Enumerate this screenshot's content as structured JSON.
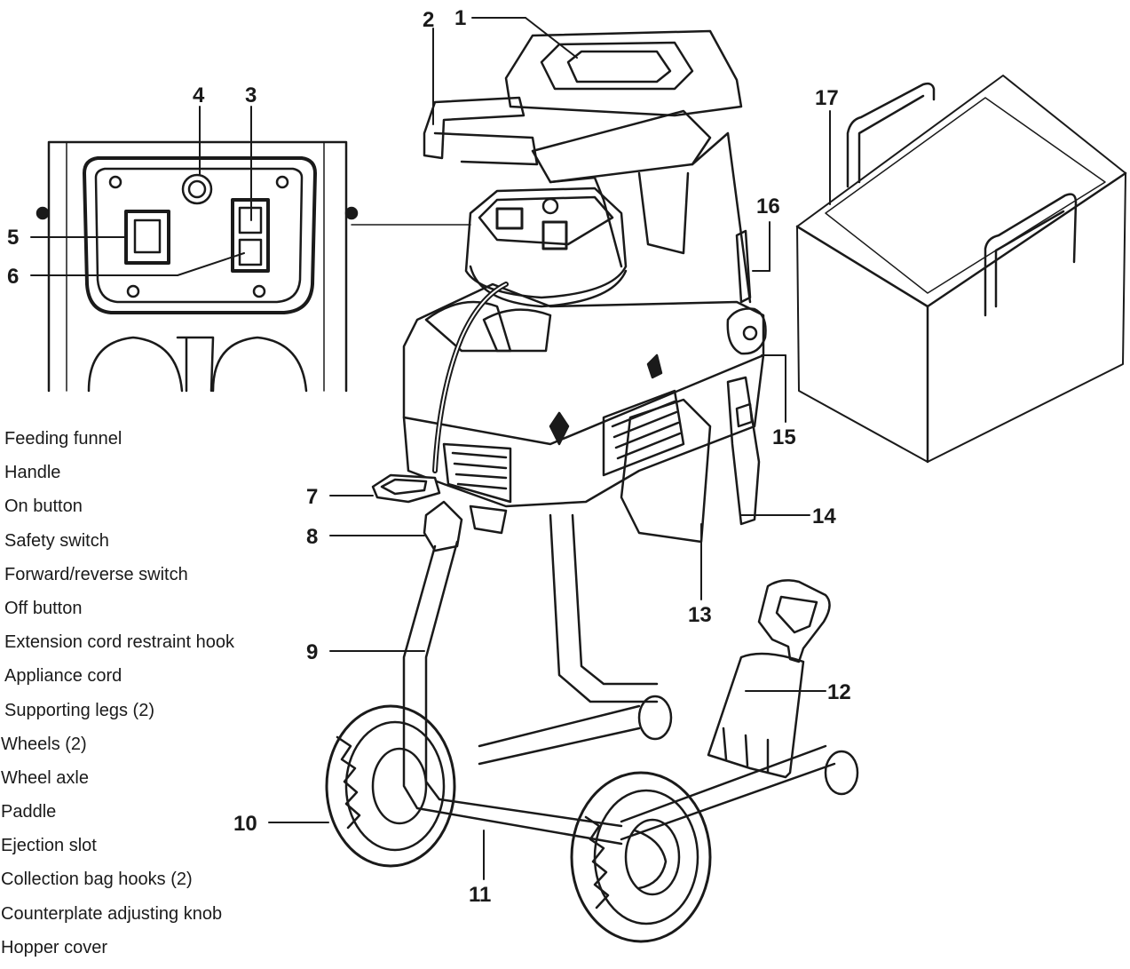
{
  "callouts": [
    "1",
    "2",
    "3",
    "4",
    "5",
    "6",
    "7",
    "8",
    "9",
    "10",
    "11",
    "12",
    "13",
    "14",
    "15",
    "16",
    "17"
  ],
  "parts": [
    "Feeding funnel",
    "Handle",
    "On button",
    "Safety switch",
    "Forward/reverse switch",
    "Off button",
    "Extension cord restraint hook",
    "Appliance cord",
    "Supporting legs (2)",
    "Wheels (2)",
    "Wheel axle",
    "Paddle",
    "Ejection slot",
    "Collection bag hooks (2)",
    "Counterplate adjusting knob",
    "Hopper cover"
  ]
}
